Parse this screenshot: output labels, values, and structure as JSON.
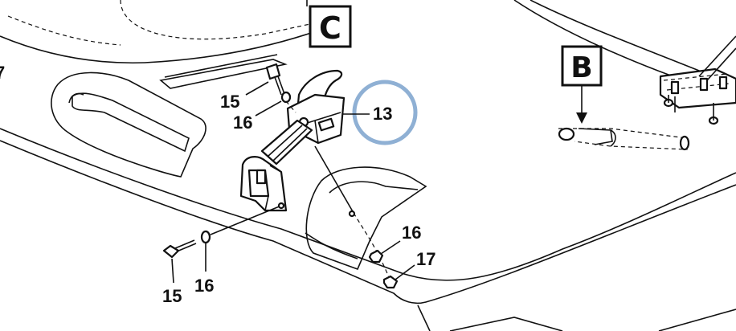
{
  "detail_boxes": {
    "c": "C",
    "b": "B"
  },
  "callouts": {
    "bolt_top": "15",
    "washer_top": "16",
    "latch": "13",
    "nut_right": "16",
    "locknut_right": "17",
    "bolt_bottom": "15",
    "washer_bottom": "16",
    "left_edge": "7"
  },
  "colors": {
    "ink": "#111111",
    "highlight_ring": "#8fb0d4",
    "paper": "#ffffff"
  }
}
